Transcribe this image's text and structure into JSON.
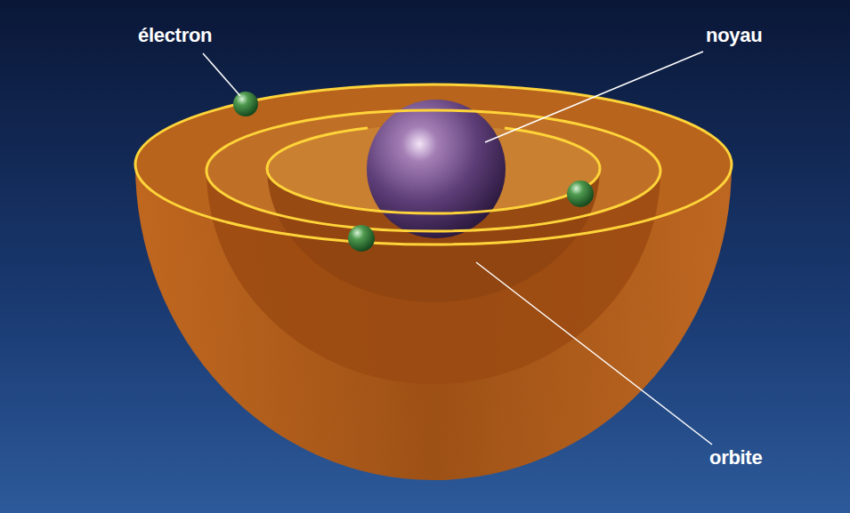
{
  "diagram": {
    "labels": [
      "électron",
      "noyau",
      "orbite"
    ]
  }
}
